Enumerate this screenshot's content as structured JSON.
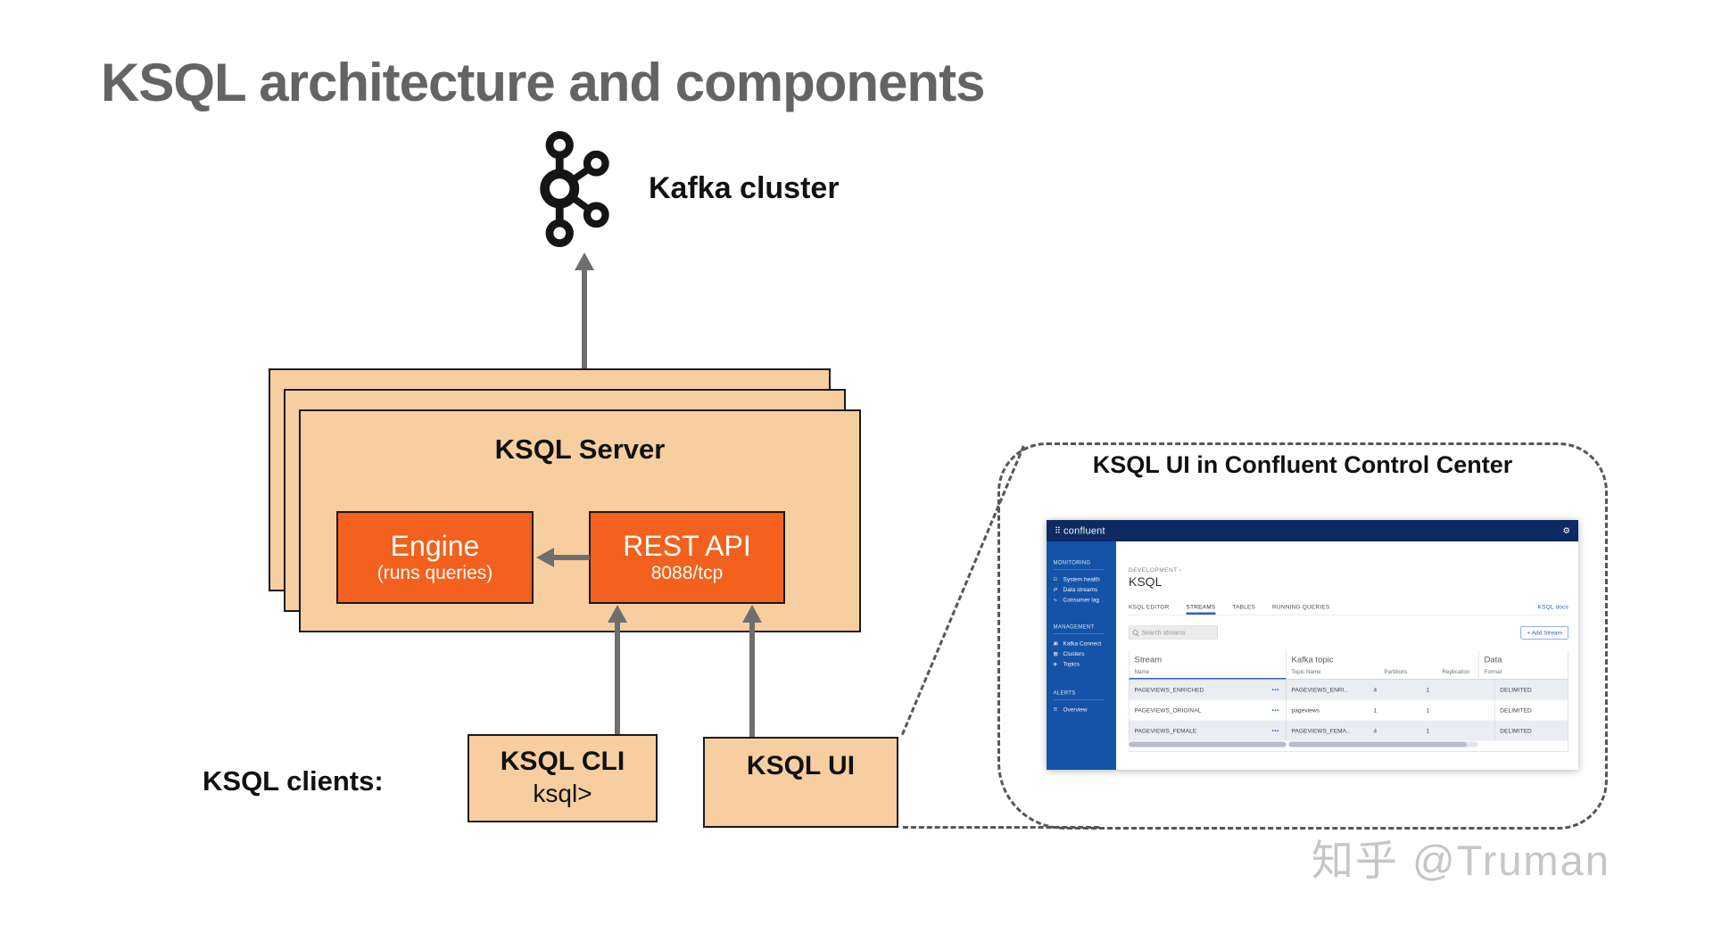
{
  "slide": {
    "title": "KSQL architecture and components",
    "watermark": "知乎 @Truman"
  },
  "diagram": {
    "kafka_label": "Kafka cluster",
    "server_label": "KSQL Server",
    "engine_title": "Engine",
    "engine_subtitle": "(runs queries)",
    "rest_title": "REST API",
    "rest_subtitle": "8088/tcp",
    "clients_label": "KSQL clients:",
    "cli_title": "KSQL CLI",
    "cli_subtitle": "ksql>",
    "ui_title": "KSQL UI",
    "callout_title": "KSQL UI in Confluent Control Center",
    "colors": {
      "box_fill": "#F7CEA0",
      "accent_fill": "#F4601D",
      "arrow_gray": "#6E6E6E",
      "title_gray": "#646464"
    }
  },
  "control_center": {
    "brand": "confluent",
    "logo_glyph": "⠿",
    "gear_glyph": "⚙",
    "breadcrumb": "DEVELOPMENT ›",
    "page_title": "KSQL",
    "tabs": [
      {
        "label": "KSQL EDITOR"
      },
      {
        "label": "STREAMS"
      },
      {
        "label": "TABLES"
      },
      {
        "label": "RUNNING QUERIES"
      }
    ],
    "docs_link": "KSQL docs",
    "search_placeholder": "Search streams",
    "add_button": "+ Add Stream",
    "colors": {
      "header_navy": "#0D2A63",
      "sidebar_blue": "#1553A8",
      "link_blue": "#2A5FC9",
      "row_shade": "#EAEDF2"
    },
    "sidebar": {
      "sections": [
        {
          "label": "MONITORING",
          "items": [
            {
              "icon": "⊡",
              "label": "System health"
            },
            {
              "icon": "⇄",
              "label": "Data streams"
            },
            {
              "icon": "∿",
              "label": "Consumer lag"
            }
          ]
        },
        {
          "label": "MANAGEMENT",
          "items": [
            {
              "icon": "▣",
              "label": "Kafka Connect"
            },
            {
              "icon": "▦",
              "label": "Clusters"
            },
            {
              "icon": "◈",
              "label": "Topics"
            }
          ]
        },
        {
          "label": "ALERTS",
          "items": [
            {
              "icon": "☰",
              "label": "Overview"
            }
          ]
        }
      ]
    },
    "table": {
      "group_stream": "Stream",
      "group_topic": "Kafka topic",
      "group_data": "Data",
      "col_name": "Name",
      "col_topic_name": "Topic Name",
      "col_partitions": "Partitions",
      "col_replication": "Replication",
      "col_format": "Format",
      "menu_glyph": "•••",
      "rows": [
        {
          "stream": "PAGEVIEWS_ENRICHED",
          "topic": "PAGEVIEWS_ENRI..",
          "partitions": "4",
          "replication": "1",
          "format": "DELIMITED"
        },
        {
          "stream": "PAGEVIEWS_ORIGINAL",
          "topic": "pageviews",
          "partitions": "1",
          "replication": "1",
          "format": "DELIMITED"
        },
        {
          "stream": "PAGEVIEWS_FEMALE",
          "topic": "PAGEVIEWS_FEMA..",
          "partitions": "4",
          "replication": "1",
          "format": "DELIMITED"
        }
      ]
    }
  }
}
